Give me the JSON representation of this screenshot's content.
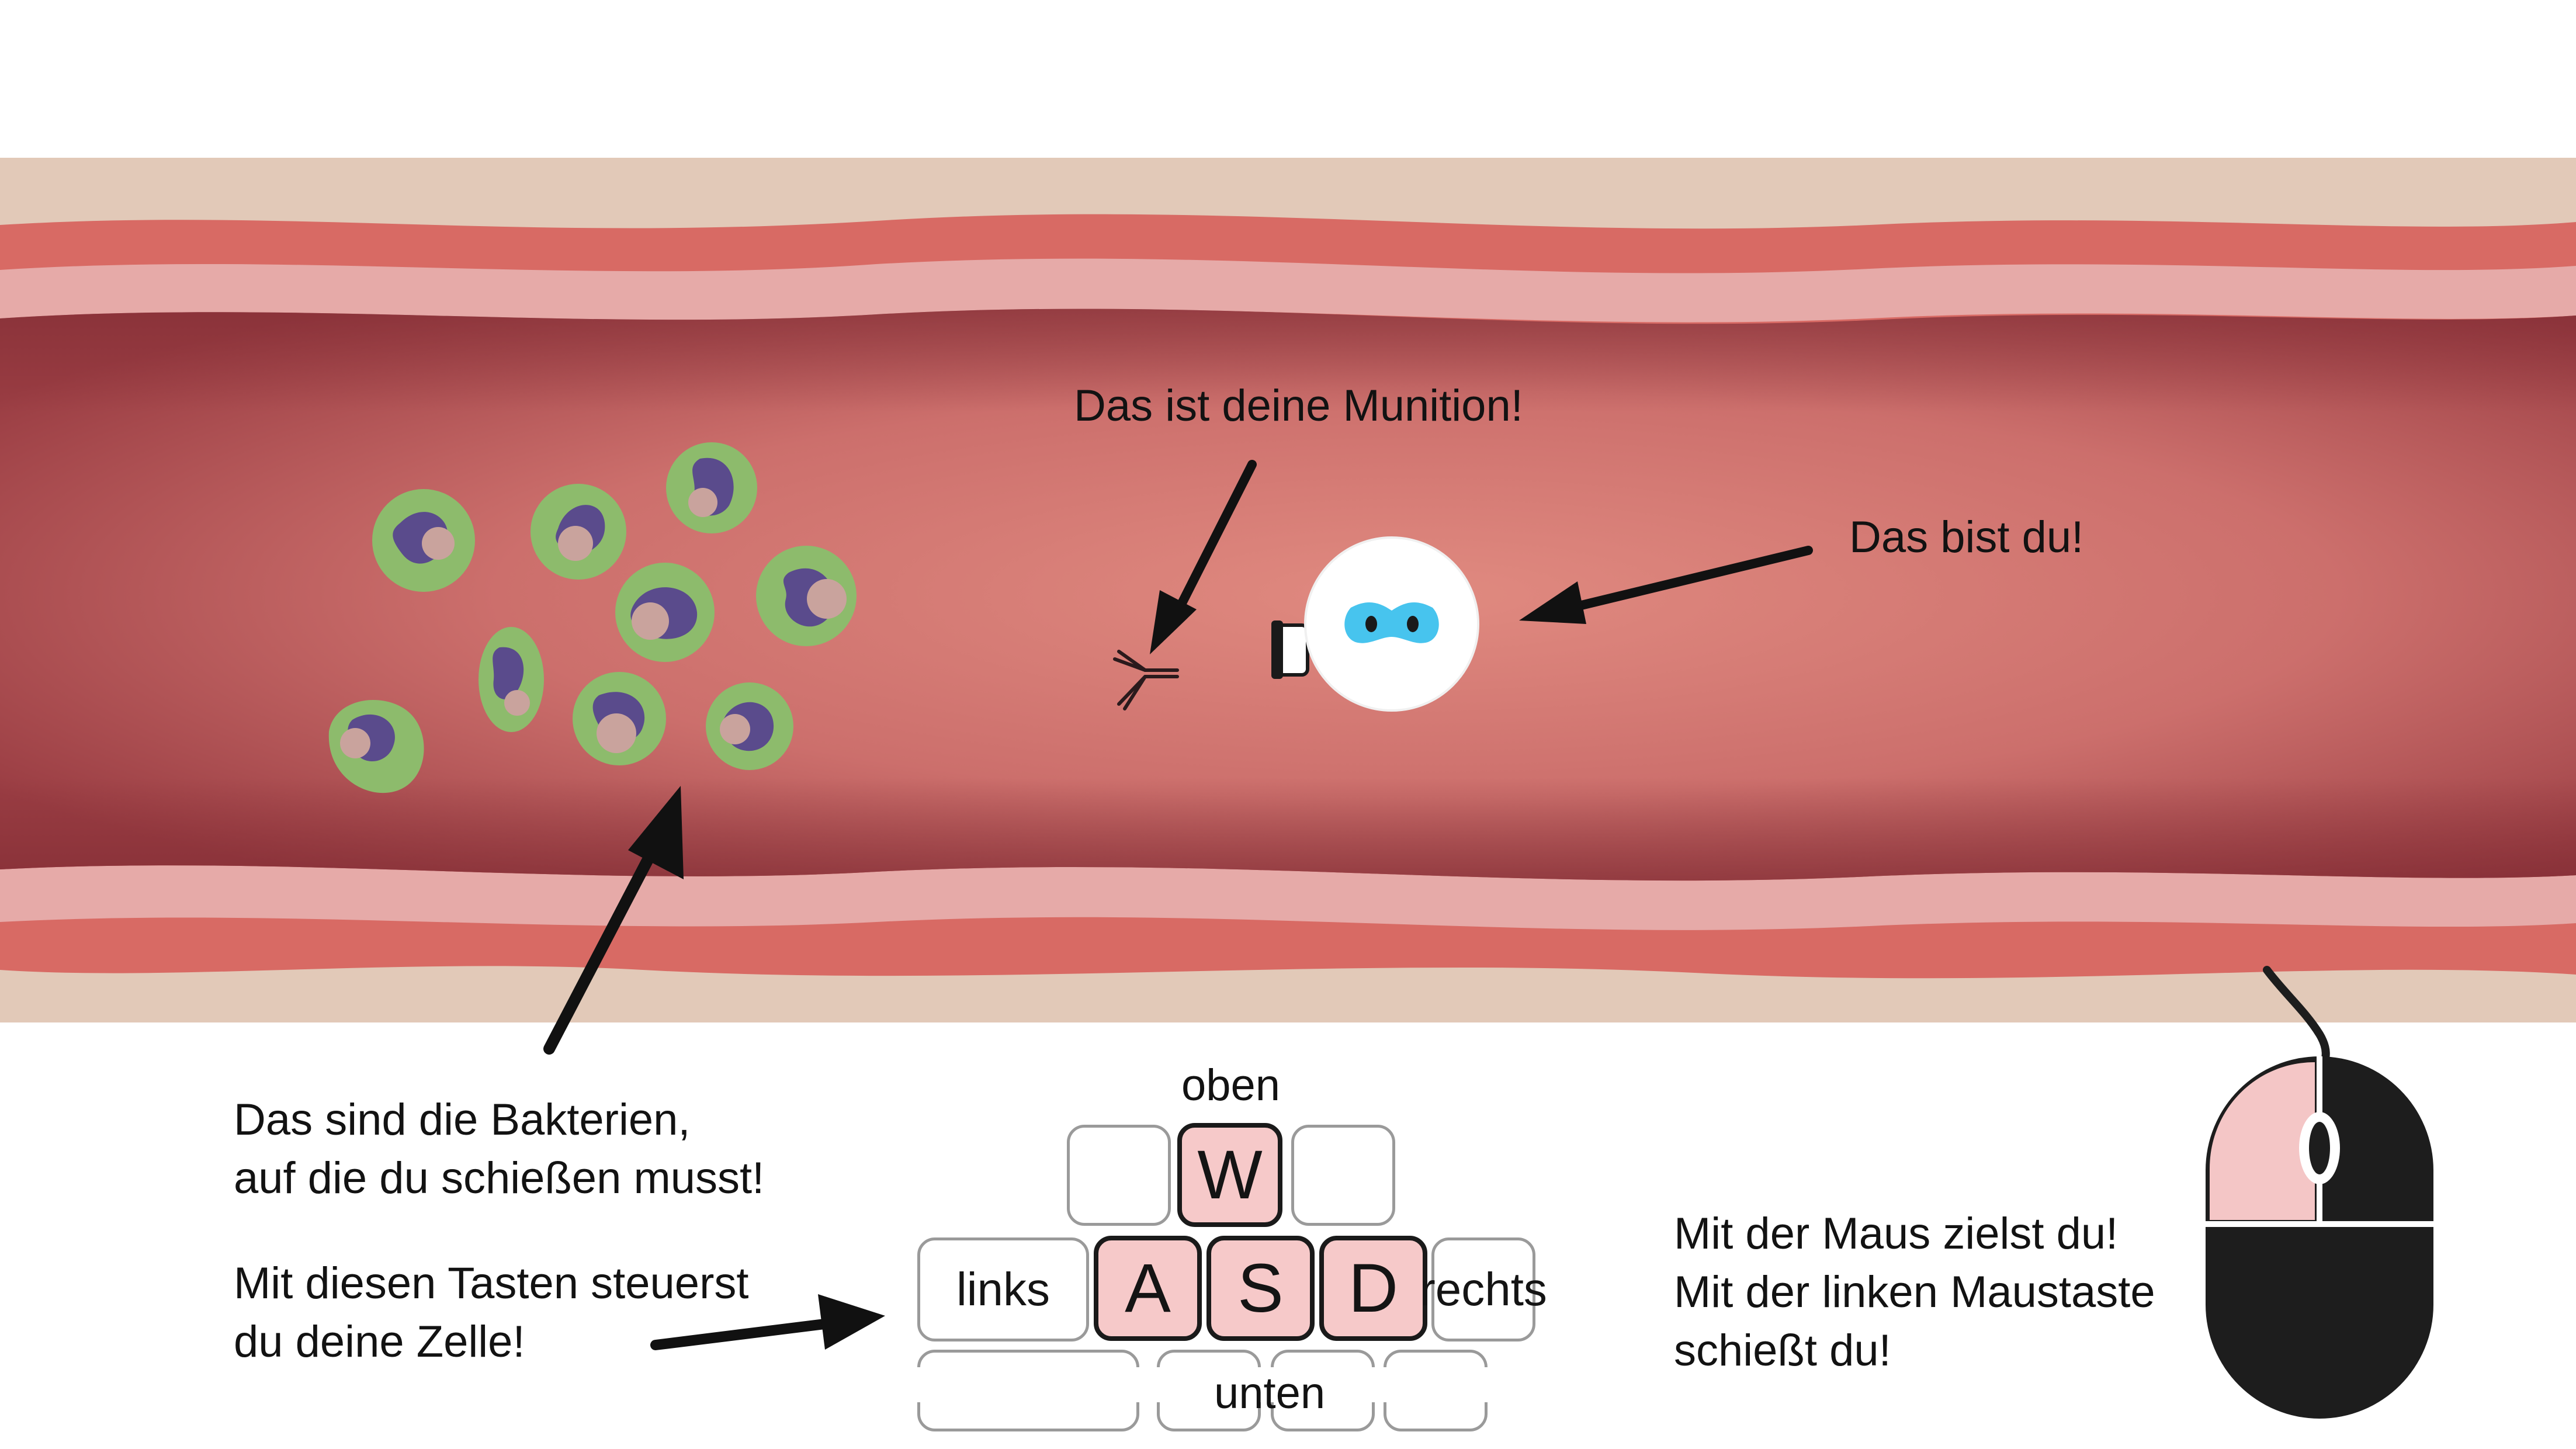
{
  "labels": {
    "ammo": "Das ist deine Munition!",
    "player": "Das bist du!",
    "bacteria_line1": "Das sind die Bakterien,",
    "bacteria_line2": "auf die du schießen musst!",
    "keys_line1": "Mit diesen Tasten steuerst",
    "keys_line2": "du deine Zelle!",
    "mouse_line1": "Mit der Maus zielst du!",
    "mouse_line2": "Mit der linken Maustaste",
    "mouse_line3": "schießt du!"
  },
  "keyboard": {
    "up_label": "oben",
    "down_label": "unten",
    "left_label": "links",
    "right_label": "rechts",
    "key_w": "W",
    "key_a": "A",
    "key_s": "S",
    "key_d": "D"
  },
  "colors": {
    "tissue": "#e2c9b8",
    "vessel_wall": "#d86a64",
    "wall_highlight": "#e6aaa8",
    "lumen": "#c96a68",
    "bacteria_body": "#8dbb6c",
    "bacteria_nucleus": "#5a4b8c",
    "key_highlight": "#f6c9c9",
    "player_mask": "#47c4ee",
    "mouse_dark": "#1d1d1d",
    "mouse_left_button": "#f4c6c6"
  },
  "icons": [
    "arrow-icon",
    "antibody-icon",
    "bacteria-icon",
    "player-cell-icon",
    "mouse-icon"
  ]
}
